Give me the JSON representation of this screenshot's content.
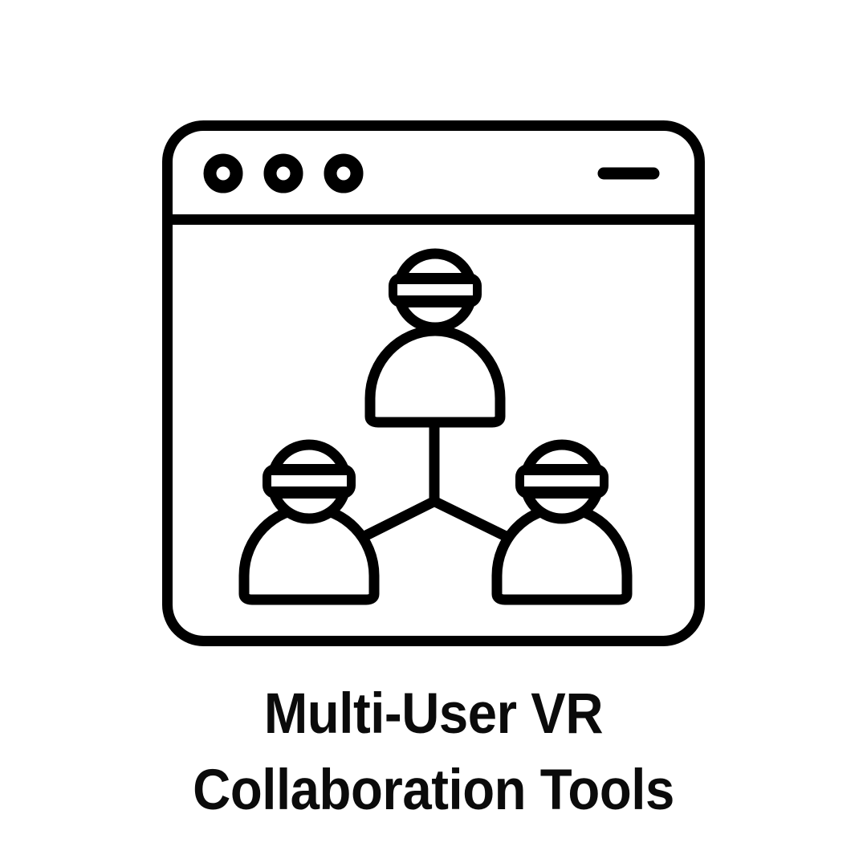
{
  "background_color": "#ffffff",
  "stroke_color": "#000000",
  "caption": {
    "line1": "Multi-User VR",
    "line2": "Collaboration Tools",
    "color": "#0b0b0b"
  },
  "illustration": {
    "alt_label": "browser window containing three networked VR users",
    "window": {
      "titlebar": {
        "dots": [
          {
            "name": "window-dot-1"
          },
          {
            "name": "window-dot-2"
          },
          {
            "name": "window-dot-3"
          }
        ],
        "minimize_dash": "minimize-dash"
      }
    },
    "avatars": [
      {
        "id": "avatar-top",
        "position": "top-center"
      },
      {
        "id": "avatar-bottom-left",
        "position": "bottom-left"
      },
      {
        "id": "avatar-bottom-right",
        "position": "bottom-right"
      }
    ],
    "connectors": [
      {
        "id": "connector-top-to-hub",
        "from": "avatar-top",
        "to": "hub"
      },
      {
        "id": "connector-hub-to-bottom-left",
        "from": "hub",
        "to": "avatar-bottom-left"
      },
      {
        "id": "connector-hub-to-bottom-right",
        "from": "hub",
        "to": "avatar-bottom-right"
      }
    ]
  }
}
